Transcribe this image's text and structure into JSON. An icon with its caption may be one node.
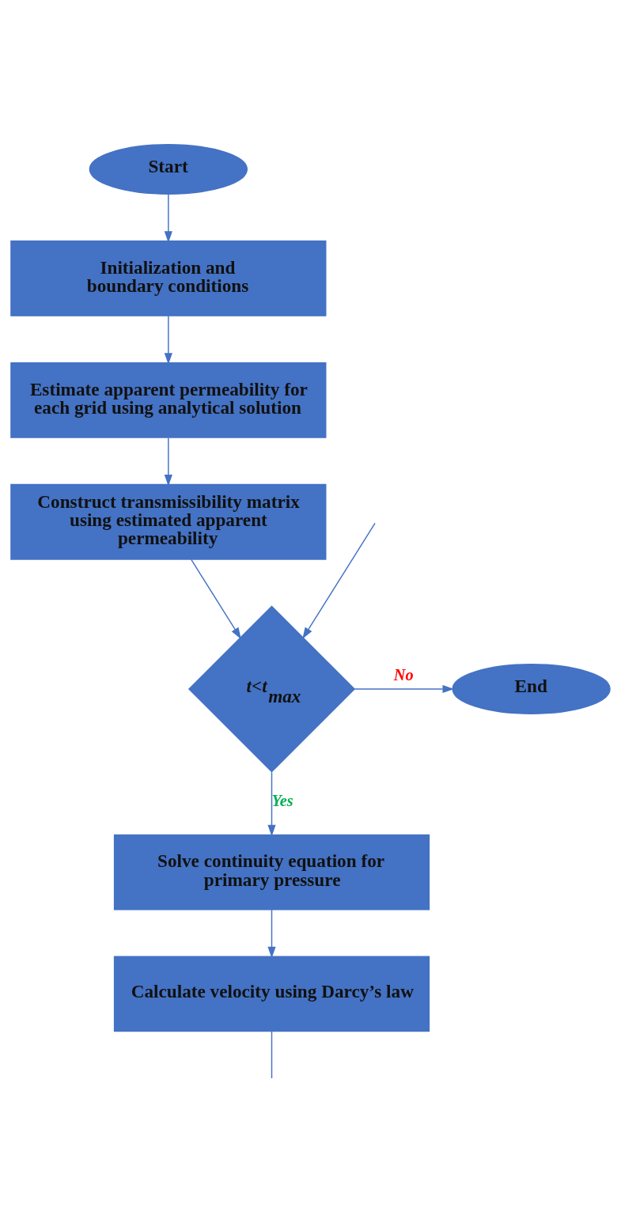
{
  "diagram": {
    "nodes": [
      {
        "text": [
          "Start"
        ]
      },
      {
        "text": [
          "Initialization and boundary conditions"
        ]
      },
      {
        "text": [
          "Estimate apparent permeability for each grid using analytical solution"
        ]
      },
      {
        "text": [
          "Construct transmissibility matrix using estimated apparent permeability"
        ]
      },
      {
        "text": [
          "t<t$_{max}$"
        ]
      },
      {
        "text": [
          "End"
        ]
      },
      {
        "text": [
          "Solve continuity equation for primary pressure"
        ]
      },
      {
        "text": [
          "Calculate velocity using Darcy’s law"
        ]
      }
    ],
    "edges": [
      {
        "from": 0,
        "to": 1,
        "arrow": "to"
      },
      {
        "from": 1,
        "to": 2,
        "arrow": "to"
      },
      {
        "from": 2,
        "to": 3,
        "arrow": "to"
      },
      {
        "from": 3,
        "to": 4,
        "arrow": "to"
      },
      {
        "from": 4,
        "to": 5,
        "arrow": "to",
        "label": "No"
      },
      {
        "from": 4,
        "to": 6,
        "arrow": "to",
        "label": "Yes"
      },
      {
        "from": 6,
        "to": 7,
        "arrow": "to"
      },
      {
        "from": 7,
        "to": null,
        "arrow": "none"
      },
      {
        "from": null,
        "to": 4,
        "arrow": "to"
      }
    ]
  }
}
